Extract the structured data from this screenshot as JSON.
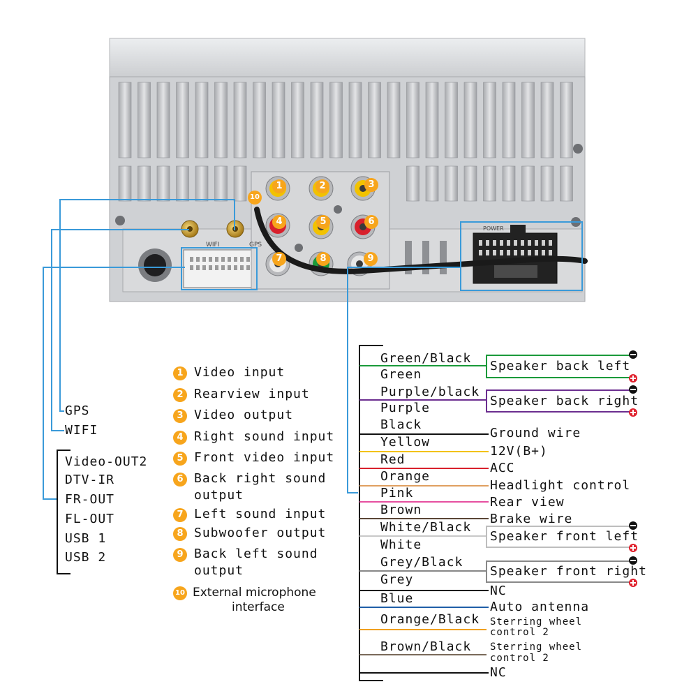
{
  "left_labels": {
    "gps": "GPS",
    "wifi": "WIFI",
    "group": [
      "Video-OUT2",
      "DTV-IR",
      "FR-OUT",
      "FL-OUT",
      "USB 1",
      "USB 2"
    ]
  },
  "unit_labels": {
    "wifi": "WIFI",
    "gps": "GPS",
    "power": "POWER"
  },
  "legend": [
    {
      "num": "1",
      "text": [
        "Video input"
      ]
    },
    {
      "num": "2",
      "text": [
        "Rearview input"
      ]
    },
    {
      "num": "3",
      "text": [
        "Video output"
      ]
    },
    {
      "num": "4",
      "text": [
        "Right sound input"
      ]
    },
    {
      "num": "5",
      "text": [
        "Front video input"
      ]
    },
    {
      "num": "6",
      "text": [
        "Back right sound",
        "output"
      ]
    },
    {
      "num": "7",
      "text": [
        "Left sound input"
      ]
    },
    {
      "num": "8",
      "text": [
        "Subwoofer output"
      ]
    },
    {
      "num": "9",
      "text": [
        "Back left sound",
        "output"
      ]
    },
    {
      "num": "10",
      "text": [
        "External microphone",
        "interface"
      ]
    }
  ],
  "wires": [
    {
      "name": "Green/Black",
      "color": "#1a9a3a"
    },
    {
      "name": "Green",
      "color": "#1a9a3a"
    },
    {
      "name": "Purple/black",
      "color": "#6b2d8f"
    },
    {
      "name": "Purple",
      "color": "#6b2d8f"
    },
    {
      "name": "Black",
      "color": "#111111"
    },
    {
      "name": "Yellow",
      "color": "#f2c200"
    },
    {
      "name": "Red",
      "color": "#d8202c"
    },
    {
      "name": "Orange",
      "color": "#e0a060"
    },
    {
      "name": "Pink",
      "color": "#e64fa0"
    },
    {
      "name": "Brown",
      "color": "#5a4636"
    },
    {
      "name": "White/Black",
      "color": "#c8c8c8"
    },
    {
      "name": "White",
      "color": "#c8c8c8"
    },
    {
      "name": "Grey/Black",
      "color": "#888888"
    },
    {
      "name": "Grey",
      "color": "#888888"
    },
    {
      "name": "Blue",
      "color": "#1f5fa8"
    },
    {
      "name": "Orange/Black",
      "color": "#f0a020"
    },
    {
      "name": "Brown/Black",
      "color": "#7a6a5a"
    }
  ],
  "functions": {
    "speaker_back_left": "Speaker back left",
    "speaker_back_right": "Speaker back right",
    "ground": "Ground wire",
    "b_plus": "12V(B+)",
    "acc": "ACC",
    "headlight": "Headlight control",
    "rear_view": "Rear view",
    "brake": "Brake wire",
    "speaker_front_left": "Speaker front left",
    "speaker_front_right": "Speaker front right",
    "nc1": "NC",
    "auto_antenna": "Auto antenna",
    "steering1": [
      "Sterring wheel",
      "control 2"
    ],
    "steering2": [
      "Sterring wheel",
      "control 2"
    ],
    "nc2": "NC"
  },
  "colors": {
    "leader": "#3a9ad9",
    "accent": "#f7a51c",
    "minus": "#111111",
    "plus": "#e0222e",
    "panel": "#d2d3d5"
  },
  "icons": [
    "numbered-badge",
    "minus-terminal-icon",
    "plus-terminal-icon",
    "rca-jack-icon",
    "antenna-connector-icon"
  ]
}
